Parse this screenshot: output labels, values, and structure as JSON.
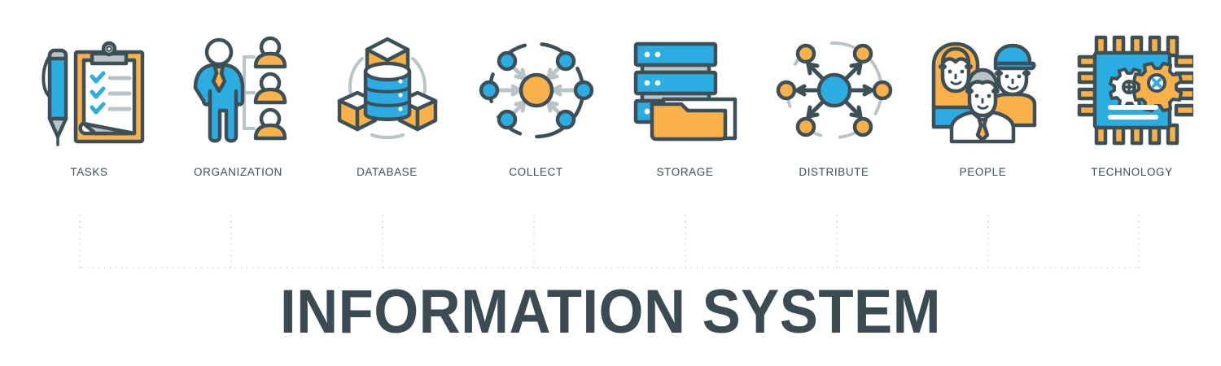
{
  "title": "INFORMATION SYSTEM",
  "palette": {
    "blue": "#2BACE3",
    "blue_dark": "#1B9FDC",
    "orange": "#FAB14A",
    "outline": "#3d4f57",
    "gray": "#b9c4c9",
    "gray_light": "#d4dade",
    "gray_mid": "#9aa5ab",
    "white": "#ffffff",
    "dotted": "#d9dcdf",
    "label_text": "#3d4f57",
    "title_text": "#3a4b53"
  },
  "items": [
    {
      "label": "TASKS",
      "icon": "clipboard-pen-icon"
    },
    {
      "label": "ORGANIZATION",
      "icon": "org-chart-people-icon"
    },
    {
      "label": "DATABASE",
      "icon": "database-cubes-icon"
    },
    {
      "label": "COLLECT",
      "icon": "collect-hub-inbound-icon"
    },
    {
      "label": "STORAGE",
      "icon": "server-folder-icon"
    },
    {
      "label": "DISTRIBUTE",
      "icon": "distribute-hub-outbound-icon"
    },
    {
      "label": "PEOPLE",
      "icon": "people-group-icon"
    },
    {
      "label": "TECHNOLOGY",
      "icon": "microchip-gears-icon"
    }
  ],
  "grid": {
    "divider_count": 7,
    "style": "dotted"
  }
}
